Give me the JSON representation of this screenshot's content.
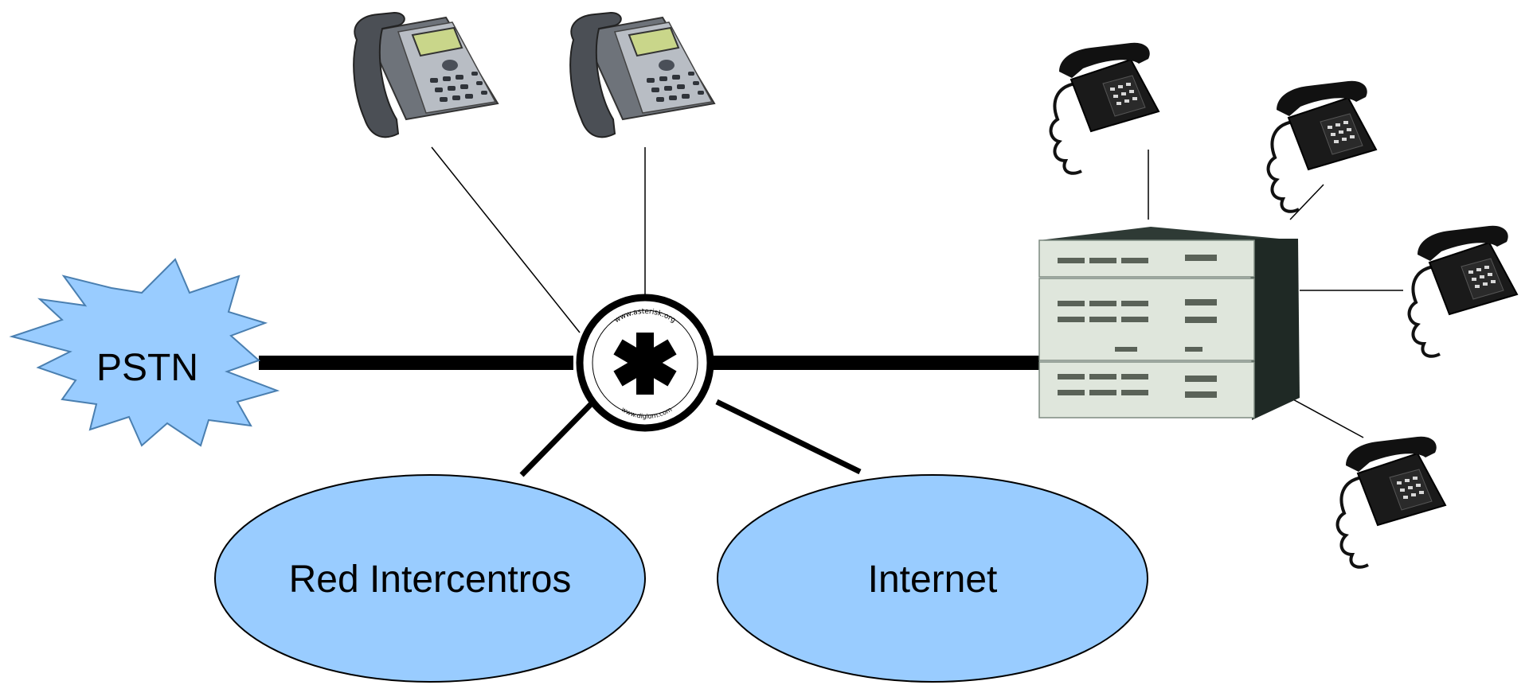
{
  "nodes": {
    "pstn": {
      "label": "PSTN"
    },
    "red_intercentros": {
      "label": "Red Intercentros"
    },
    "internet": {
      "label": "Internet"
    },
    "asterisk": {
      "symbol": "*",
      "ring_text_top": "www.asterisk.org",
      "ring_text_bottom": "www.digium.com"
    }
  },
  "colors": {
    "cloud_fill": "#99ccff",
    "line": "#000000",
    "phone_body": "#6e737a",
    "phone_screen": "#c9d68a",
    "analog_phone": "#1a1a1a",
    "pbx_face": "#dfe6dc",
    "pbx_top": "#2e3a35"
  },
  "icons": {
    "ip_phone": "ip-phone-icon",
    "analog_phone": "analog-phone-icon",
    "pbx": "pbx-icon",
    "asterisk": "asterisk-logo-icon"
  }
}
